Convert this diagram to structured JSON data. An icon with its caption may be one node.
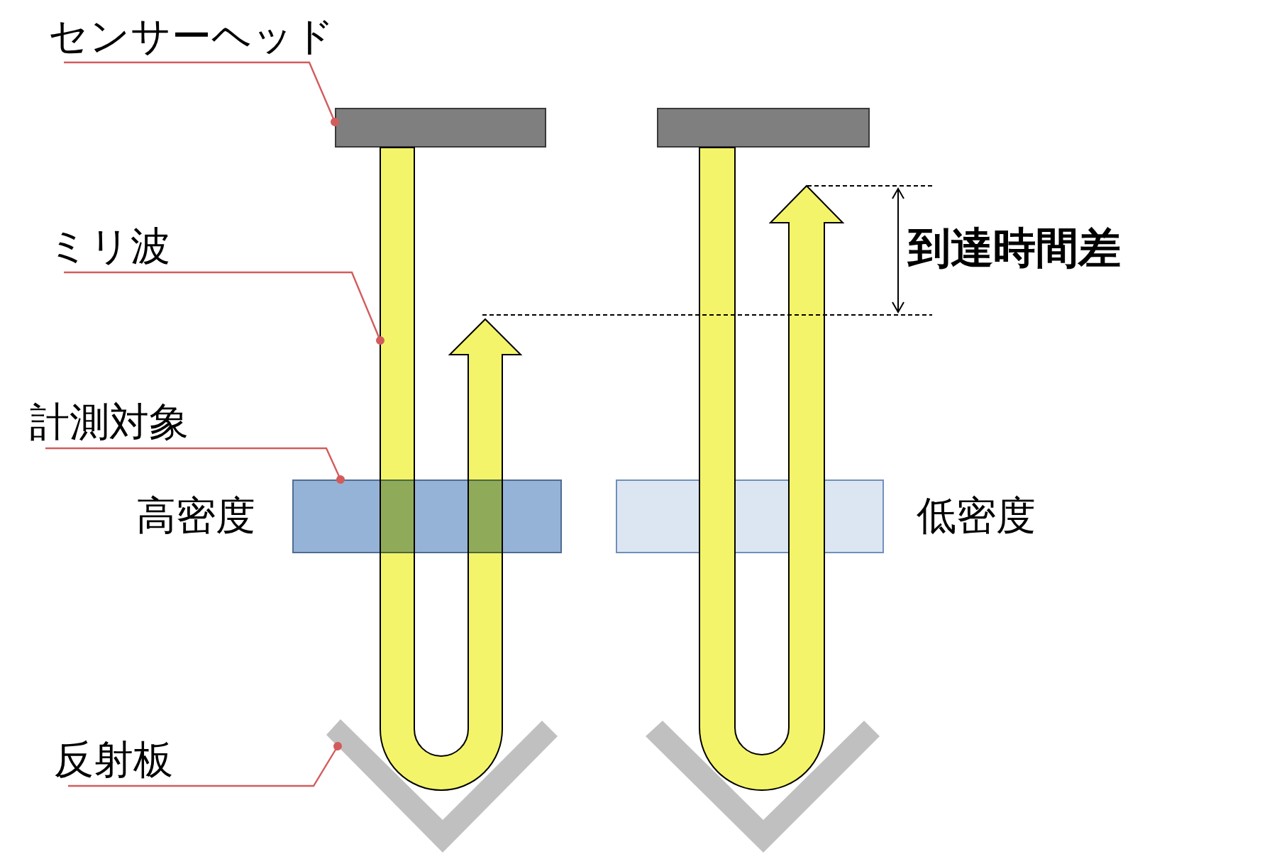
{
  "diagram": {
    "nodes": [
      {
        "text": [
          "センサーヘッド"
        ]
      },
      {
        "text": [],
        "shape": "box"
      },
      {
        "text": [],
        "shape": "box"
      },
      {
        "text": [
          "ミリ波"
        ]
      },
      {
        "text": [],
        "shape": "arrow"
      },
      {
        "text": [],
        "shape": "arrow"
      },
      {
        "text": [
          "計測対象"
        ]
      },
      {
        "text": [],
        "shape": "box",
        "beside": [
          "高密度"
        ]
      },
      {
        "text": [],
        "shape": "box",
        "beside": [
          "低密度"
        ]
      },
      {
        "text": [
          "反射板"
        ]
      },
      {
        "text": [],
        "shape": "chevron"
      },
      {
        "text": [],
        "shape": "chevron"
      }
    ],
    "edges": [
      {
        "from": 0,
        "to": 1,
        "arrow": "other"
      },
      {
        "from": 3,
        "to": 4,
        "arrow": "other"
      },
      {
        "from": 6,
        "to": 7,
        "arrow": "other"
      },
      {
        "from": 9,
        "to": 10,
        "arrow": "other"
      }
    ],
    "labels": [
      "到達時間差"
    ]
  }
}
